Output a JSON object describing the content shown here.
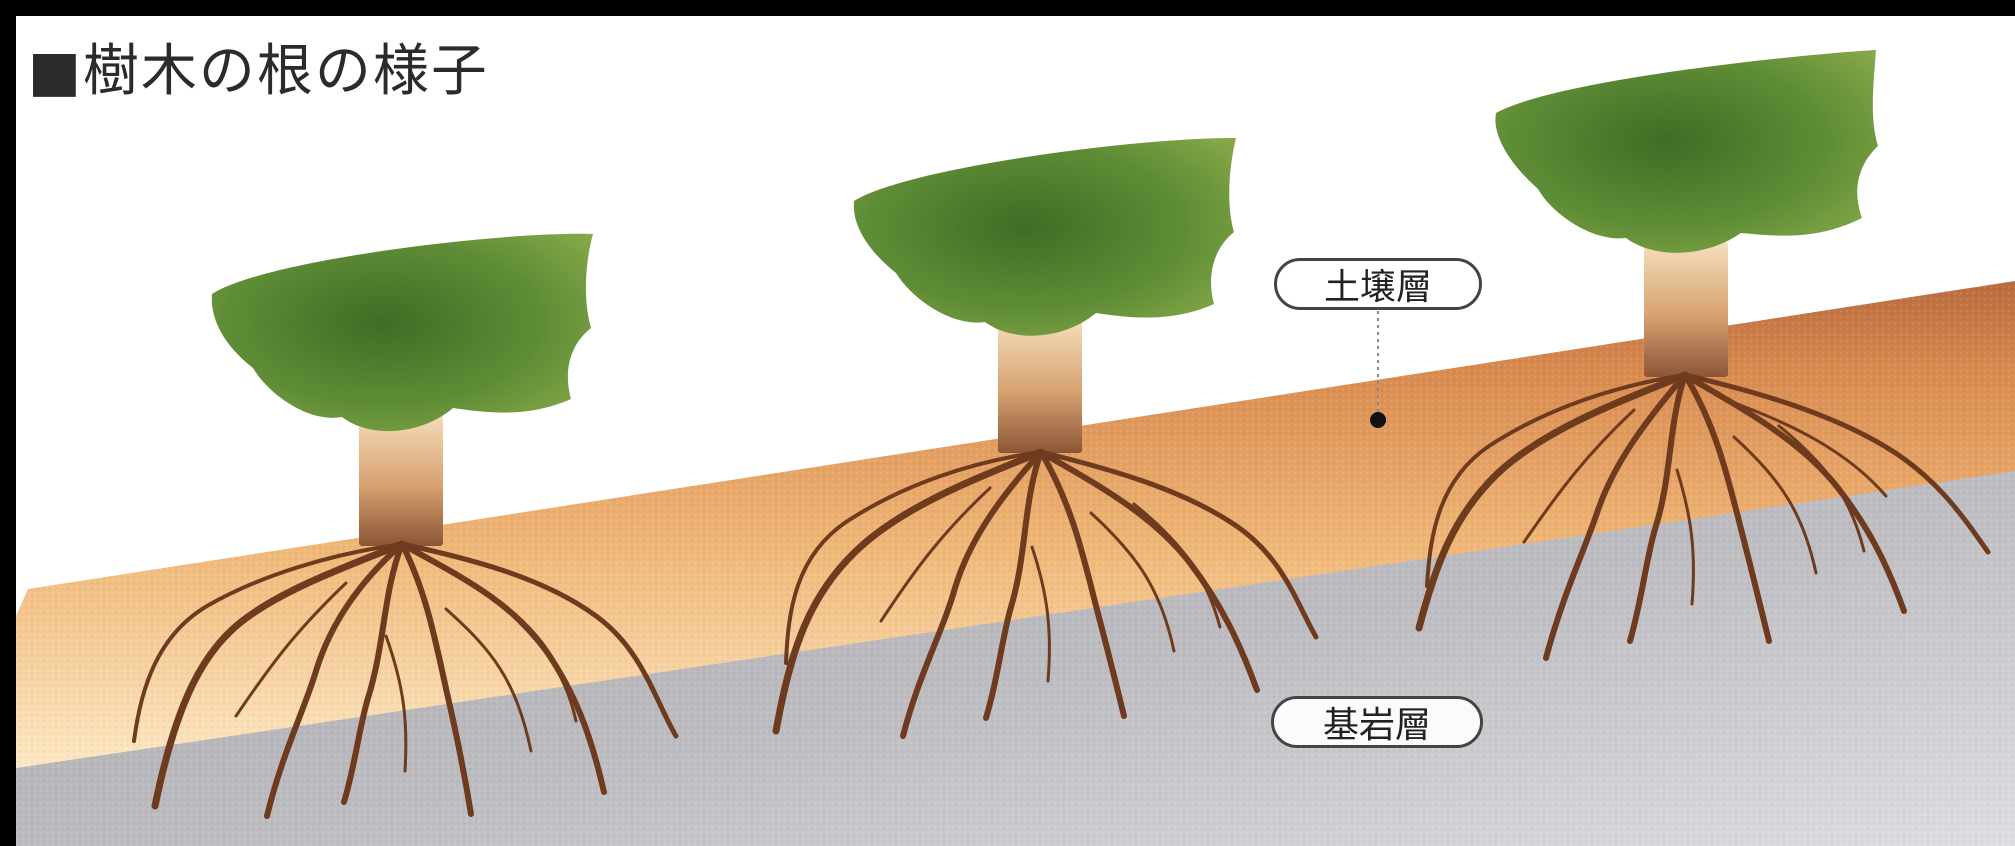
{
  "title": "■樹木の根の様子",
  "labels": {
    "soil_layer": "土壌層",
    "bedrock_layer": "基岩層"
  },
  "colors": {
    "canopy": "#5f8f35",
    "canopy_dark": "#3f6f24",
    "trunk": "#9b6b42",
    "root": "#6f3b1f",
    "soil": "#e7a968",
    "soil_light": "#fbe3ba",
    "bedrock": "#a9a9ad",
    "bedrock_light": "#d8d8dd",
    "border": "#000000"
  },
  "diagram": {
    "tree_count": 3
  }
}
